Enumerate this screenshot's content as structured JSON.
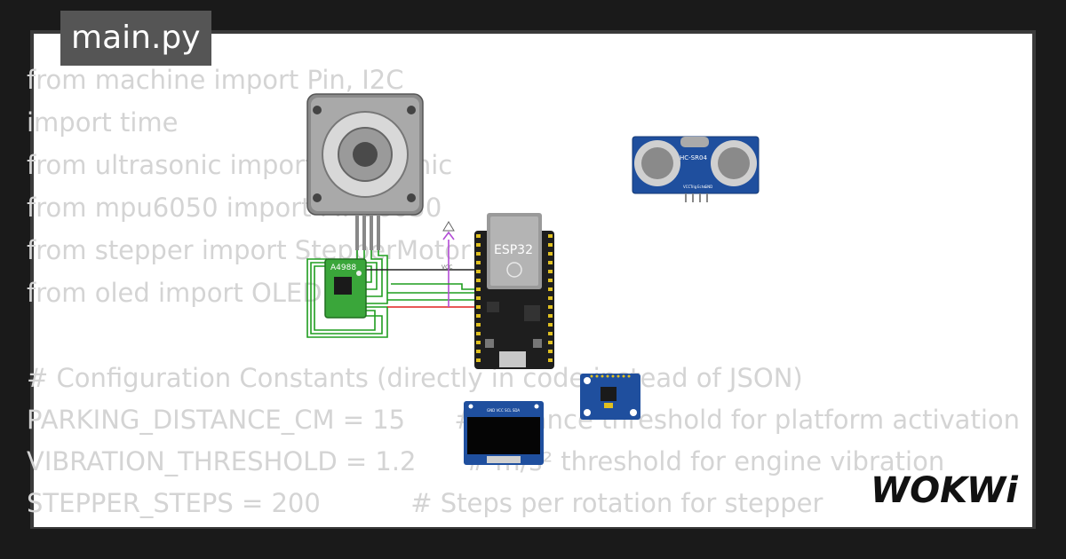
{
  "editor": {
    "tab_label": "main.py",
    "code_lines": [
      "from machine import Pin, I2C",
      "import time",
      "from ultrasonic import Ultrasonic",
      "from mpu6050 import MPU6050",
      "from stepper import StepperMotor",
      "from oled import OLED",
      "",
      "# Configuration Constants (directly in code instead of JSON)",
      "PARKING_DISTANCE_CM = 15      # distance threshold for platform activation",
      "VIBRATION_THRESHOLD = 1.2      # m/s² threshold for engine vibration",
      "STEPPER_STEPS = 200           # Steps per rotation for stepper"
    ]
  },
  "components": {
    "driver_label": "A4988",
    "mcu_label": "ESP32",
    "ultrasonic_label": "HC-SR04",
    "vcc_label": "VCC",
    "oled_pins": "GND VCC SCL SDA",
    "ultrasonic_pins": [
      "VCC",
      "Trig",
      "Echo",
      "GND"
    ]
  },
  "brand": {
    "logo_text": "WOKWi"
  },
  "colors": {
    "code_text": "#d4d4d4",
    "tab_bg": "#555555",
    "wire_green": "#1f9d1f",
    "wire_red": "#e02020",
    "wire_purple": "#b24bd6",
    "board_black": "#1e1e1e",
    "board_blue": "#1f4f9e",
    "driver_green": "#3aa63a"
  }
}
